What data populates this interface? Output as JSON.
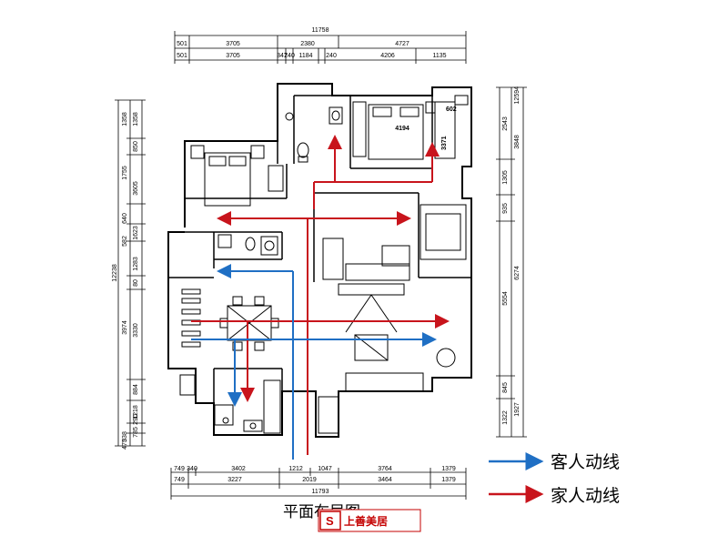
{
  "top_dimensions": {
    "total": "11758",
    "row1": [
      "501",
      "3705",
      "2380",
      "4727"
    ],
    "row2": [
      "501",
      "3705",
      "347",
      "240",
      "1184",
      "240",
      "4206",
      "1135"
    ]
  },
  "bottom_dimensions": {
    "row1": [
      "749",
      "340",
      "3402",
      "1212",
      "1047",
      "3764",
      "1379"
    ],
    "row2": [
      "749",
      "3227",
      "2019",
      "3464",
      "1379"
    ],
    "total": "11793"
  },
  "left_dimensions": {
    "total": "12238",
    "col_a": [
      "1358",
      "850",
      "3605",
      "1623",
      "1283",
      "3330",
      "884",
      "1218"
    ],
    "col_b": [
      "1358",
      "1755",
      "640",
      "582",
      "3974"
    ],
    "small": [
      "290",
      "785",
      "338",
      "475",
      "80"
    ]
  },
  "right_dimensions": {
    "total": "12594",
    "col_a": [
      "2543",
      "1305",
      "935",
      "5554",
      "845",
      "1322"
    ],
    "col_b": [
      "3848",
      "6274",
      "1927"
    ]
  },
  "room_labels": {
    "bedroom_size": "4194",
    "bed_dim": "3371",
    "balcony_dim": "602"
  },
  "legend": {
    "guest_label": "客人动线",
    "guest_color": "#1f6fc4",
    "family_label": "家人动线",
    "family_color": "#c8141c"
  },
  "title": "平面布局图",
  "logo": {
    "text": "上善美居",
    "color": "#c40000"
  }
}
